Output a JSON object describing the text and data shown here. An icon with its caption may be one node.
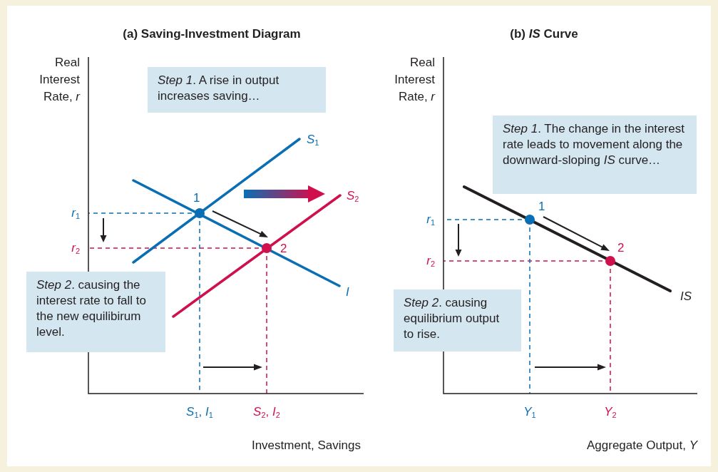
{
  "diagram": {
    "nodes": [
      {
        "text": [
          "*Step 1*. A rise in output increases saving…"
        ]
      },
      {
        "text": [
          "*Step 2*. causing the interest rate to fall to the new equilibirum level."
        ]
      },
      {
        "text": [
          "*Step 1*. The change in the interest rate leads to movement along the downward-sloping *IS* curve…"
        ]
      },
      {
        "text": [
          "*Step 2*. causing equilibrium output to rise."
        ]
      }
    ],
    "edges": [],
    "labels": [
      "(a) Saving-Investment Diagram",
      "(b) *IS* Curve",
      "Real Interest Rate, *r*",
      "Real Interest Rate, *r*",
      "*S*$_{1}$",
      "1",
      "*S*$_{2}$",
      "*r*$_{1}$",
      "*r*$_{2}$",
      "2",
      "*I*",
      "*S*$_{1}$, *I*$_{1}$",
      "*S*$_{2}$, *I*$_{2}$",
      "Investment, Savings",
      "1",
      "*r*$_{1}$",
      "2",
      "*r*$_{2}$",
      "*IS*",
      "*Y*$_{1}$",
      "*Y*$_{2}$",
      "Aggregate Output, *Y*"
    ]
  }
}
